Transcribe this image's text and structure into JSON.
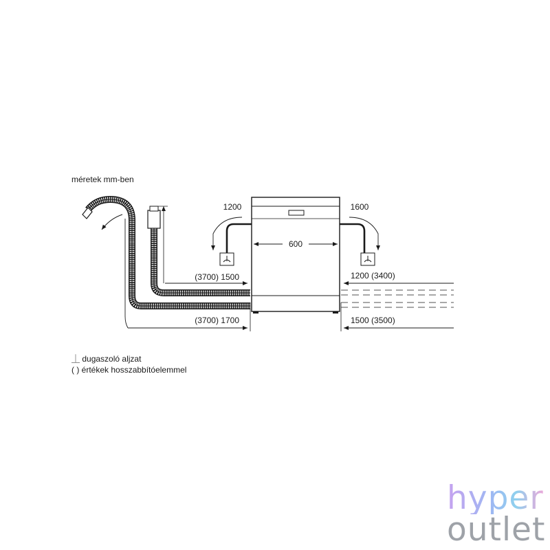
{
  "diagram": {
    "units_note": "méretek mm-ben",
    "dimensions": {
      "left_top": "1200",
      "right_top": "1600",
      "width": "600",
      "left_upper_hose": "(3700) 1500",
      "left_lower_hose": "(3700) 1700",
      "right_upper": "1200 (3400)",
      "right_lower": "1500 (3500)"
    },
    "legend": {
      "socket_symbol": "⏊",
      "socket_label": "dugaszoló aljzat",
      "paren_symbol": "( )",
      "paren_label": "értékek hosszabbítóelemmel"
    }
  },
  "watermark": {
    "line1": "hyper",
    "line2": "outlet"
  },
  "colors": {
    "ink": "#1a1a1a",
    "logo_gray": "#9ea2a8"
  }
}
